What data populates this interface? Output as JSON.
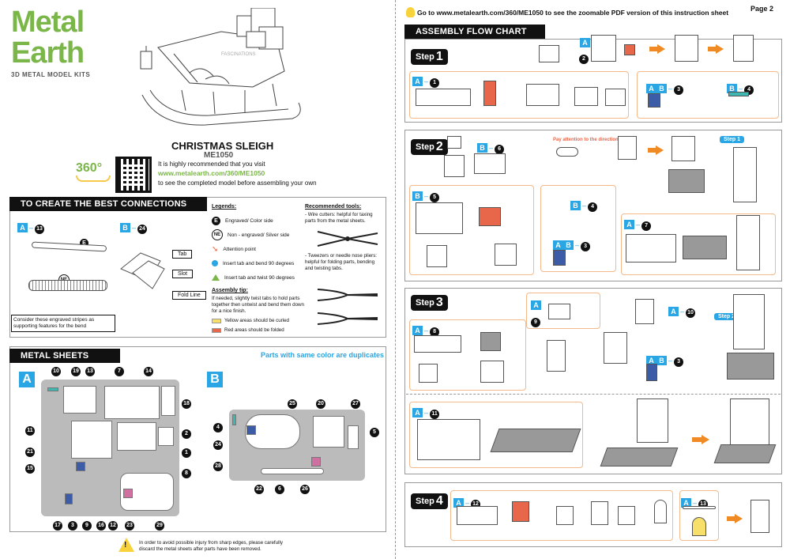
{
  "brand": {
    "line1": "Metal",
    "line2": "Earth",
    "tagline": "3D METAL MODEL KITS",
    "color": "#7ab648"
  },
  "product": {
    "name": "CHRISTMAS SLEIGH",
    "code": "ME1050",
    "badge": "360°",
    "text1": "It is highly recommended that you visit",
    "url": "www.metalearth.com/360/ME1050",
    "text2": "to see the completed model before assembling your own"
  },
  "top_notice": "Go to www.metalearth.com/360/ME1050 to see the zoomable PDF version of this instruction sheet",
  "page_label": "Page 2",
  "connections": {
    "header": "TO CREATE THE BEST CONNECTIONS",
    "left_label": {
      "sheet": "A",
      "num": "13"
    },
    "right_label": {
      "sheet": "B",
      "num": "24"
    },
    "tab": "Tab",
    "slot": "Slot",
    "fold_line": "Fold Line",
    "consider": "Consider these engraved stripes as supporting features for the bend",
    "legends_title": "Legends:",
    "legend_items": [
      {
        "mark": "E",
        "text": "Engraved/ Color side"
      },
      {
        "mark": "NE",
        "text": "Non - engraved/ Silver side"
      },
      {
        "mark": "arrow",
        "text": "Attention point"
      },
      {
        "mark": "dot",
        "text": "Insert tab and bend 90 degrees"
      },
      {
        "mark": "tri",
        "text": "Insert tab and twist 90 degrees"
      }
    ],
    "tip_title": "Assembly tip:",
    "tip_text": "If needed, slightly twist tabs to hold parts together then untwist and bend them down for a nice finish.",
    "yellow_note": "Yellow areas should be curled",
    "red_note": "Red areas should be folded",
    "tools_title": "Recommended tools:",
    "tool1": "- Wire cutters: helpful for taxing parts from the metal sheets.",
    "tool2": "- Tweezers or needle nose pliers: helpful for folding parts, bending and twisting tabs.",
    "e_mark": "E",
    "ne_mark": "NE",
    "watermark": "FASCINATIONS"
  },
  "metal_sheets": {
    "header": "METAL SHEETS",
    "note": "Parts with same color are duplicates",
    "sheet_a": "A",
    "sheet_b": "B",
    "a_top_nums": [
      "10",
      "19",
      "13",
      "7",
      "14"
    ],
    "a_left_nums": [
      "11",
      "21",
      "15"
    ],
    "a_right_nums": [
      "18",
      "2",
      "1",
      "8"
    ],
    "a_bottom_nums": [
      "17",
      "3",
      "9",
      "16",
      "12",
      "23",
      "29"
    ],
    "b_top_nums": [
      "25",
      "20",
      "27"
    ],
    "b_left_nums": [
      "4",
      "24",
      "28"
    ],
    "b_right_nums": [
      "5"
    ],
    "b_bottom_nums": [
      "22",
      "6",
      "26"
    ],
    "warning": "In order to avoid possible injury from sharp edges, please carefully discard the metal sheets after parts have been removed."
  },
  "flow": {
    "header": "ASSEMBLY FLOW CHART",
    "step_word": "Step",
    "steps": [
      "1",
      "2",
      "3",
      "4"
    ],
    "attention_text": "Pay attention to the direction",
    "sub_step1": "Step 1",
    "sub_step2": "Step 2",
    "labels": {
      "s1_top": {
        "sheet": "A",
        "num": "2"
      },
      "s1_a1": {
        "sheet": "A",
        "num": "1"
      },
      "s1_ab3": {
        "num": "3"
      },
      "s1_b4": {
        "sheet": "B",
        "num": "4"
      },
      "s2_b6": {
        "sheet": "B",
        "num": "6"
      },
      "s2_b5": {
        "sheet": "B",
        "num": "5"
      },
      "s2_b4": {
        "sheet": "B",
        "num": "4"
      },
      "s2_ab3": {
        "num": "3"
      },
      "s2_a7": {
        "sheet": "A",
        "num": "7"
      },
      "s3_a9": {
        "sheet": "A",
        "num": "9"
      },
      "s3_a8": {
        "sheet": "A",
        "num": "8"
      },
      "s3_a10": {
        "sheet": "A",
        "num": "10"
      },
      "s3_ab3": {
        "num": "3"
      },
      "s3_a11": {
        "sheet": "A",
        "num": "11"
      },
      "s4_a12": {
        "sheet": "A",
        "num": "12"
      },
      "s4_a13": {
        "sheet": "A",
        "num": "13"
      }
    }
  },
  "colors": {
    "accent_blue": "#29a6e3",
    "orange": "#f08a24",
    "red_fold": "#e8664a",
    "navy_part": "#3d5ca8",
    "yellow": "#f7e06a"
  }
}
